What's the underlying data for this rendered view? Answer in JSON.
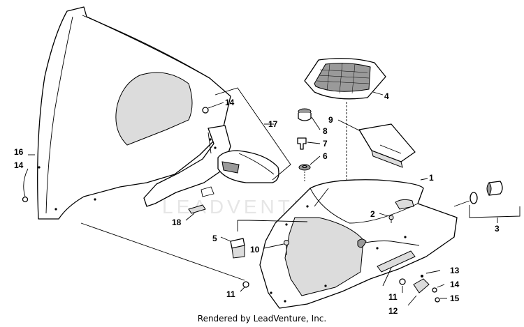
{
  "watermark": "LEADVENTURE",
  "credit": "Rendered by LeadVenture, Inc.",
  "callouts": {
    "c1": "1",
    "c2": "2",
    "c3": "3",
    "c4": "4",
    "c5": "5",
    "c6": "6",
    "c7": "7",
    "c8": "8",
    "c9": "9",
    "c10": "10",
    "c11a": "11",
    "c11b": "11",
    "c12": "12",
    "c13": "13",
    "c14a": "14",
    "c14b": "14",
    "c14c": "14",
    "c15": "15",
    "c16": "16",
    "c17": "17",
    "c18": "18"
  }
}
